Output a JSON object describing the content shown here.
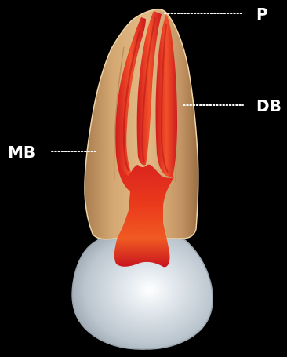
{
  "diagram": {
    "background_color": "#000000",
    "labels": {
      "p": "P",
      "db": "DB",
      "mb": "MB"
    },
    "colors": {
      "root": "#c89a66",
      "root_highlight": "#e6bc84",
      "root_outline": "#f0d6a8",
      "pulp": "#e8341a",
      "pulp_deep": "#c4161e",
      "pulp_light": "#f46a2a",
      "crown": "#c9d3db",
      "crown_highlight": "#f2f6f9",
      "crown_shadow": "#8f9ba6",
      "label": "#ffffff"
    }
  }
}
